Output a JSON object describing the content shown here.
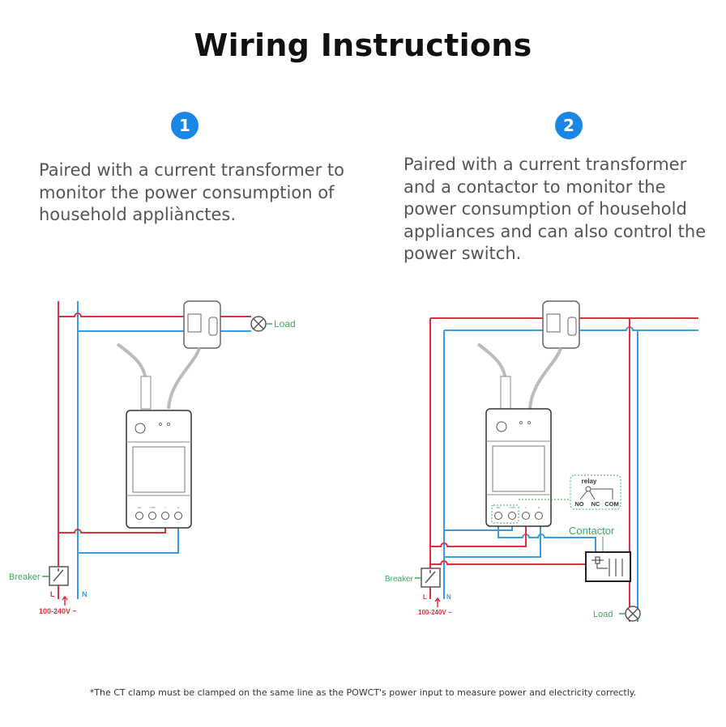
{
  "title": "Wiring Instructions",
  "steps": [
    {
      "number": "1",
      "text": "Paired with a current transformer to monitor the power consumption of household appliànctes."
    },
    {
      "number": "2",
      "text": "Paired with a current transformer and a contactor to monitor the power consumption of household appliances and can also control the power switch."
    }
  ],
  "diagram1": {
    "load_label": "Load",
    "breaker_label": "Breaker",
    "line_label": "L",
    "neutral_label": "N",
    "voltage_label": "100-240V ~",
    "terminals": [
      "NO",
      "COM",
      "L",
      "N"
    ]
  },
  "diagram2": {
    "load_label": "Load",
    "breaker_label": "Breaker",
    "line_label": "L",
    "neutral_label": "N",
    "voltage_label": "100-240V ~",
    "contactor_label": "Contactor",
    "relay_label": "relay",
    "relay_terminals": [
      "NO",
      "NC",
      "COM"
    ],
    "terminals": [
      "NO",
      "COM",
      "L",
      "N"
    ]
  },
  "footnote": "*The CT clamp must be clamped on the same line as the POWCT's power input to measure power and electricity correctly.",
  "colors": {
    "live": "#e0303c",
    "neutral": "#3a9be0",
    "label_green": "#3aa860",
    "badge": "#1a87e6"
  }
}
